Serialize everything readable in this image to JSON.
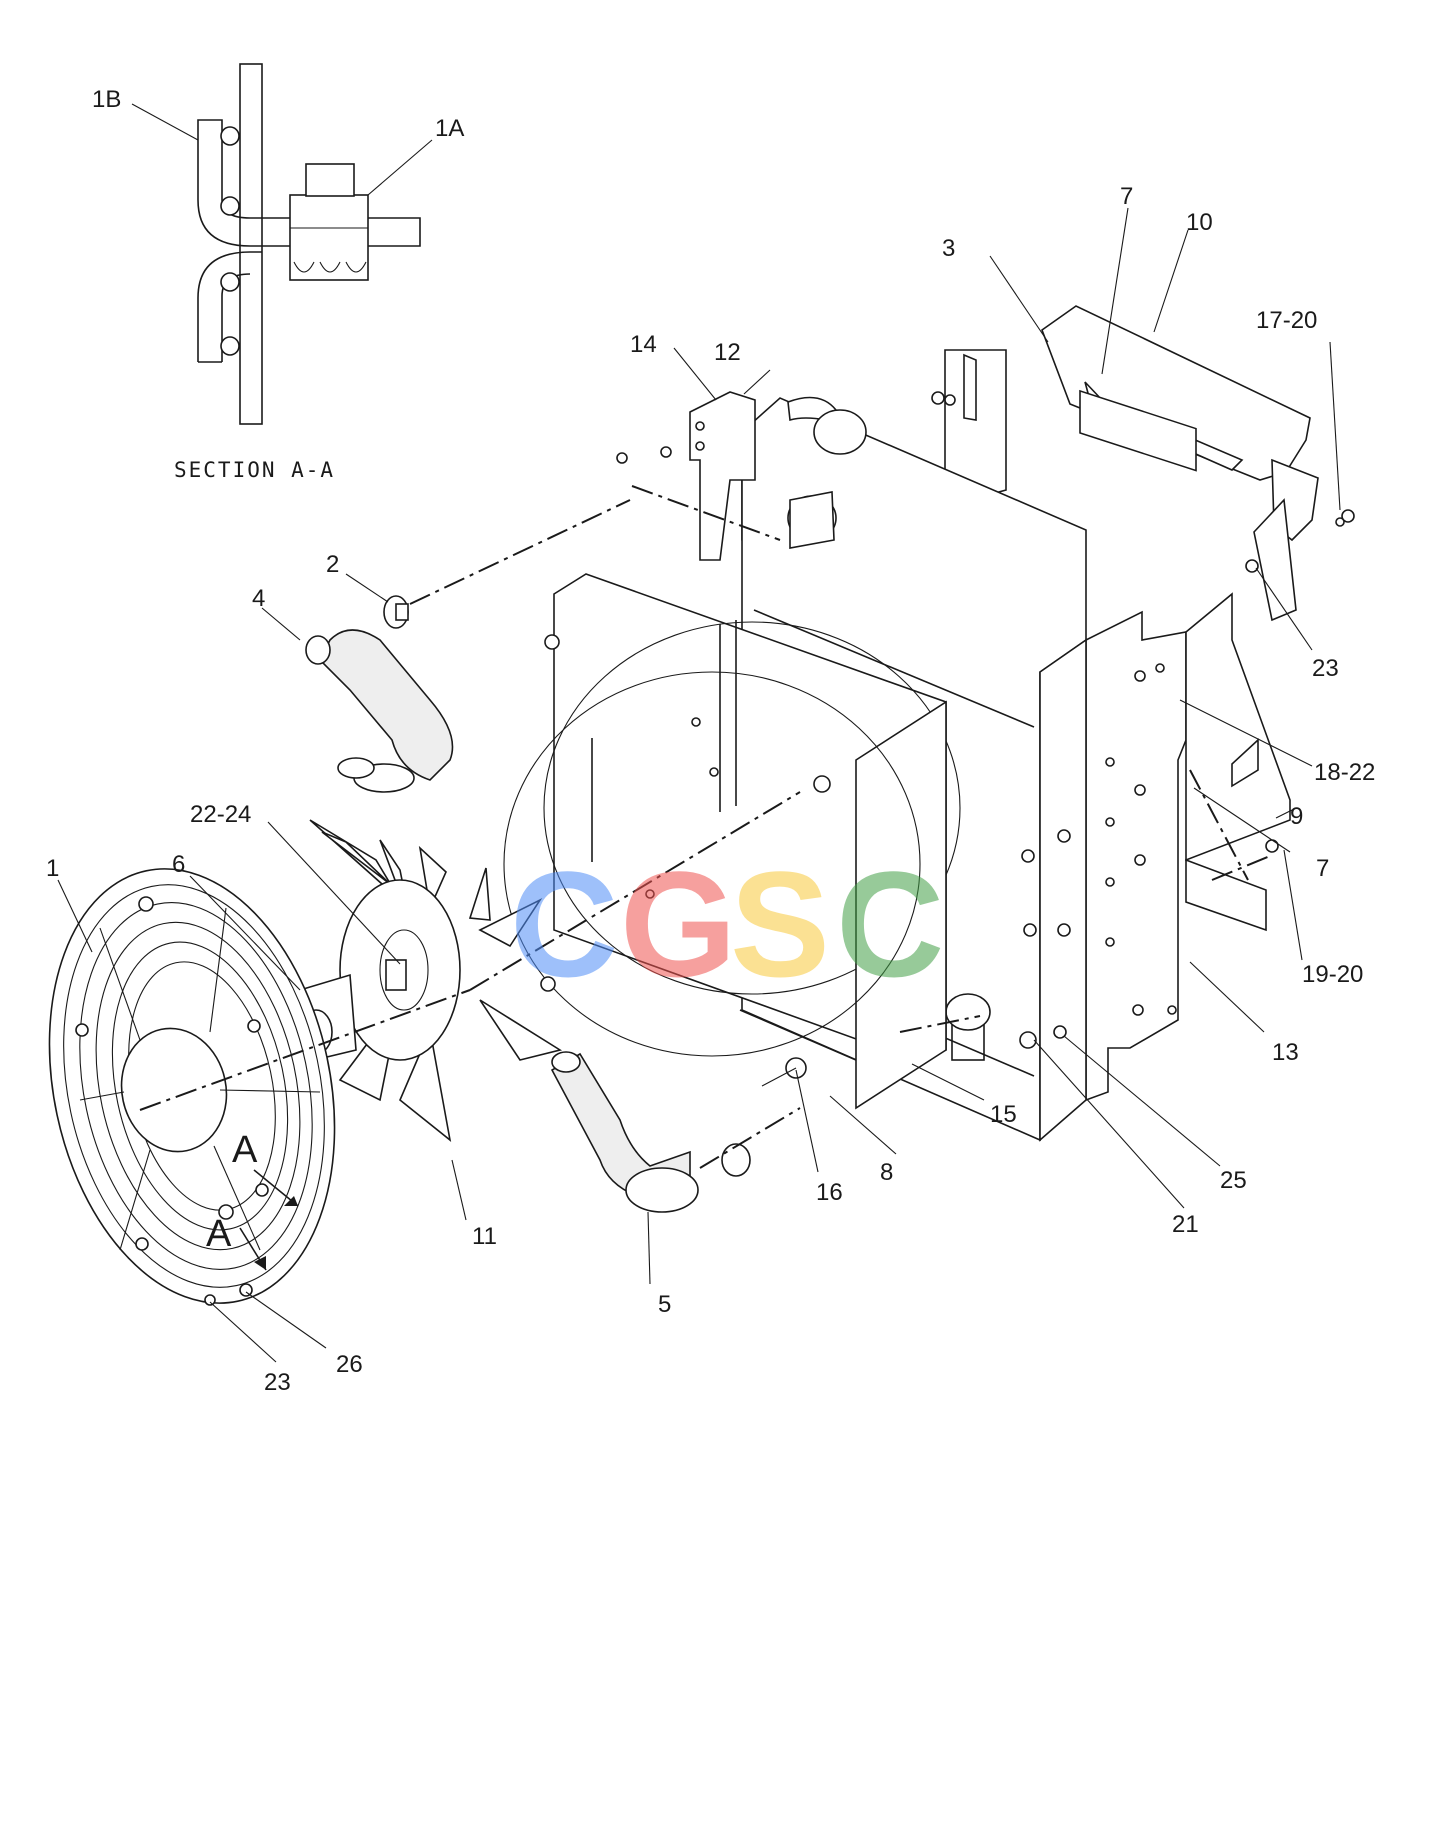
{
  "section_title": "SECTION A-A",
  "section_labels": [
    "1B",
    "1A"
  ],
  "view_markers": [
    "A",
    "A"
  ],
  "callouts": [
    "1",
    "2",
    "3",
    "4",
    "5",
    "6",
    "7",
    "7",
    "8",
    "9",
    "10",
    "11",
    "12",
    "13",
    "14",
    "15",
    "16",
    "17-20",
    "18-22",
    "19-20",
    "21",
    "22-24",
    "23",
    "23",
    "25",
    "26"
  ],
  "watermark": {
    "letters": [
      "C",
      "G",
      "S",
      "C"
    ],
    "colors": [
      "#4f8ef7",
      "#ef5350",
      "#f9c93c",
      "#43a047"
    ]
  }
}
